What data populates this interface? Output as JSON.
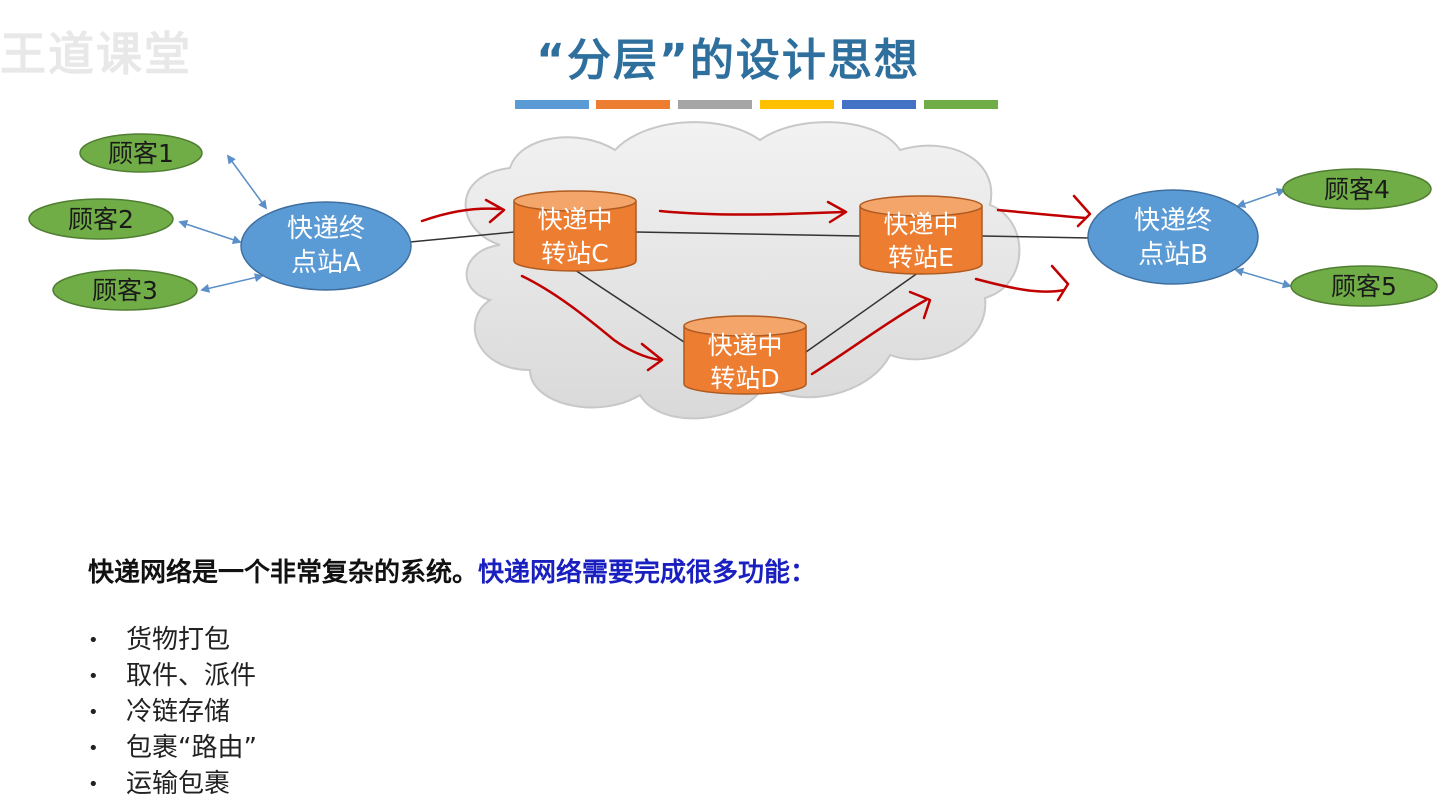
{
  "watermark": "王道课堂",
  "title": "“分层”的设计思想",
  "color_bar": [
    "#5b9bd5",
    "#ed7d31",
    "#a5a5a5",
    "#ffc000",
    "#4472c4",
    "#70ad47"
  ],
  "customers": {
    "c1": "顾客1",
    "c2": "顾客2",
    "c3": "顾客3",
    "c4": "顾客4",
    "c5": "顾客5"
  },
  "terminals": {
    "a": [
      "快递终",
      "点站A"
    ],
    "b": [
      "快递终",
      "点站B"
    ]
  },
  "hubs": {
    "c": [
      "快递中",
      "转站C"
    ],
    "d": [
      "快递中",
      "转站D"
    ],
    "e": [
      "快递中",
      "转站E"
    ]
  },
  "statement": {
    "part1": "快递网络是一个非常复杂的系统。",
    "part2": "快递网络需要完成很多功能："
  },
  "functions": [
    "货物打包",
    "取件、派件",
    "冷链存储",
    "包裹“路由”",
    "运输包裹"
  ],
  "colors": {
    "title": "#2e6f9e",
    "customer_fill": "#70ad47",
    "terminal_fill": "#5b9bd5",
    "hub_fill": "#ed7d31",
    "route_arrow": "#c00000",
    "highlight_text": "#1a1fbf"
  }
}
